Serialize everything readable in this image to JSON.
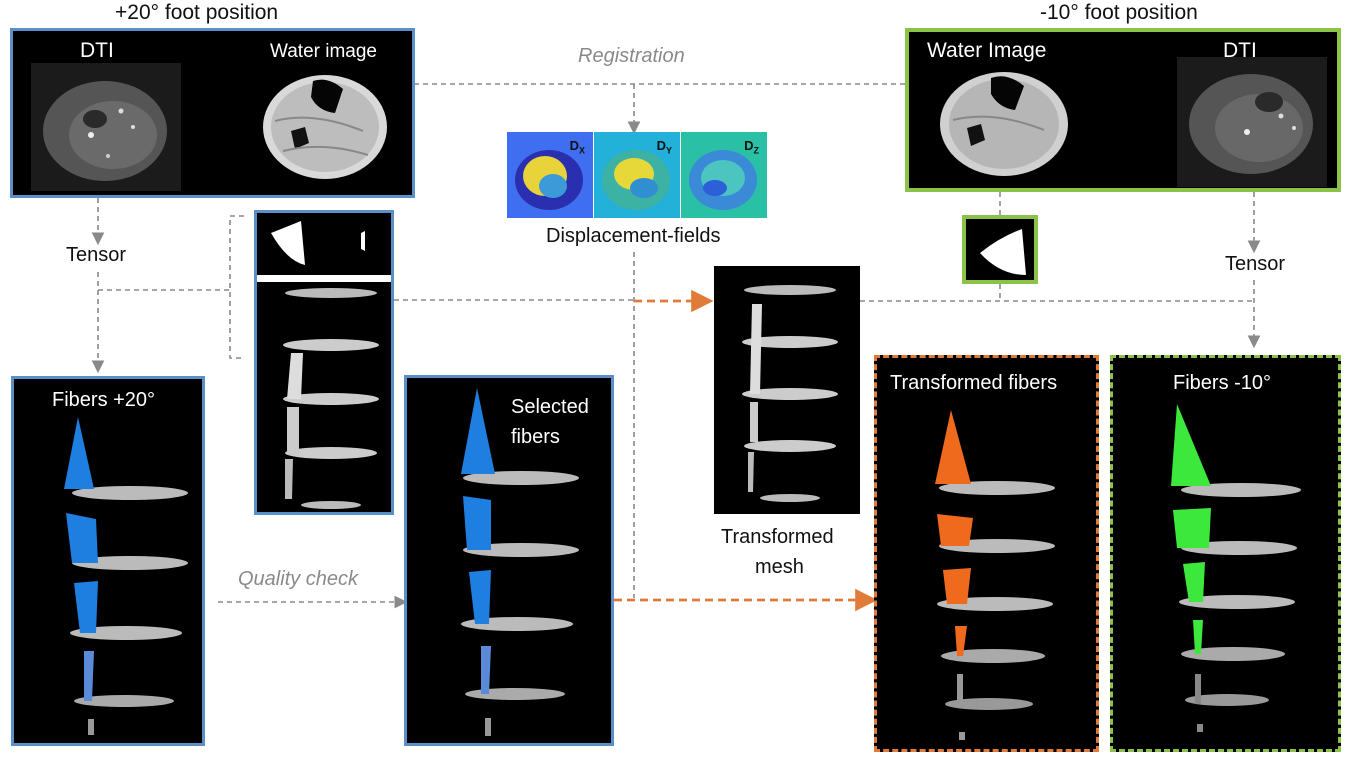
{
  "header": {
    "left_title": "+20° foot position",
    "right_title": "-10° foot position"
  },
  "left_images": {
    "dti": "DTI",
    "water": "Water image"
  },
  "right_images": {
    "water": "Water Image",
    "dti": "DTI"
  },
  "registration": "Registration",
  "displacement": {
    "caption": "Displacement-fields",
    "fields": [
      {
        "base": "D",
        "sub": "X"
      },
      {
        "base": "D",
        "sub": "Y"
      },
      {
        "base": "D",
        "sub": "Z"
      }
    ]
  },
  "tensor_left": "Tensor",
  "tensor_right": "Tensor",
  "fibers_left": "Fibers +20°",
  "selected_fibers": {
    "line1": "Selected",
    "line2": "fibers"
  },
  "quality_check": "Quality check",
  "transformed_mesh": {
    "line1": "Transformed",
    "line2": "mesh"
  },
  "transformed_fibers": "Transformed fibers",
  "fibers_right": "Fibers -10°",
  "colors": {
    "blue_border": "#5b8fc8",
    "green_border": "#8bc34a",
    "orange_arrow": "#e07b39",
    "gray_arrow": "#8a8a8a",
    "fiber_blue": "#1e7fe0",
    "fiber_orange": "#f06a1e",
    "fiber_green": "#3be83b"
  }
}
